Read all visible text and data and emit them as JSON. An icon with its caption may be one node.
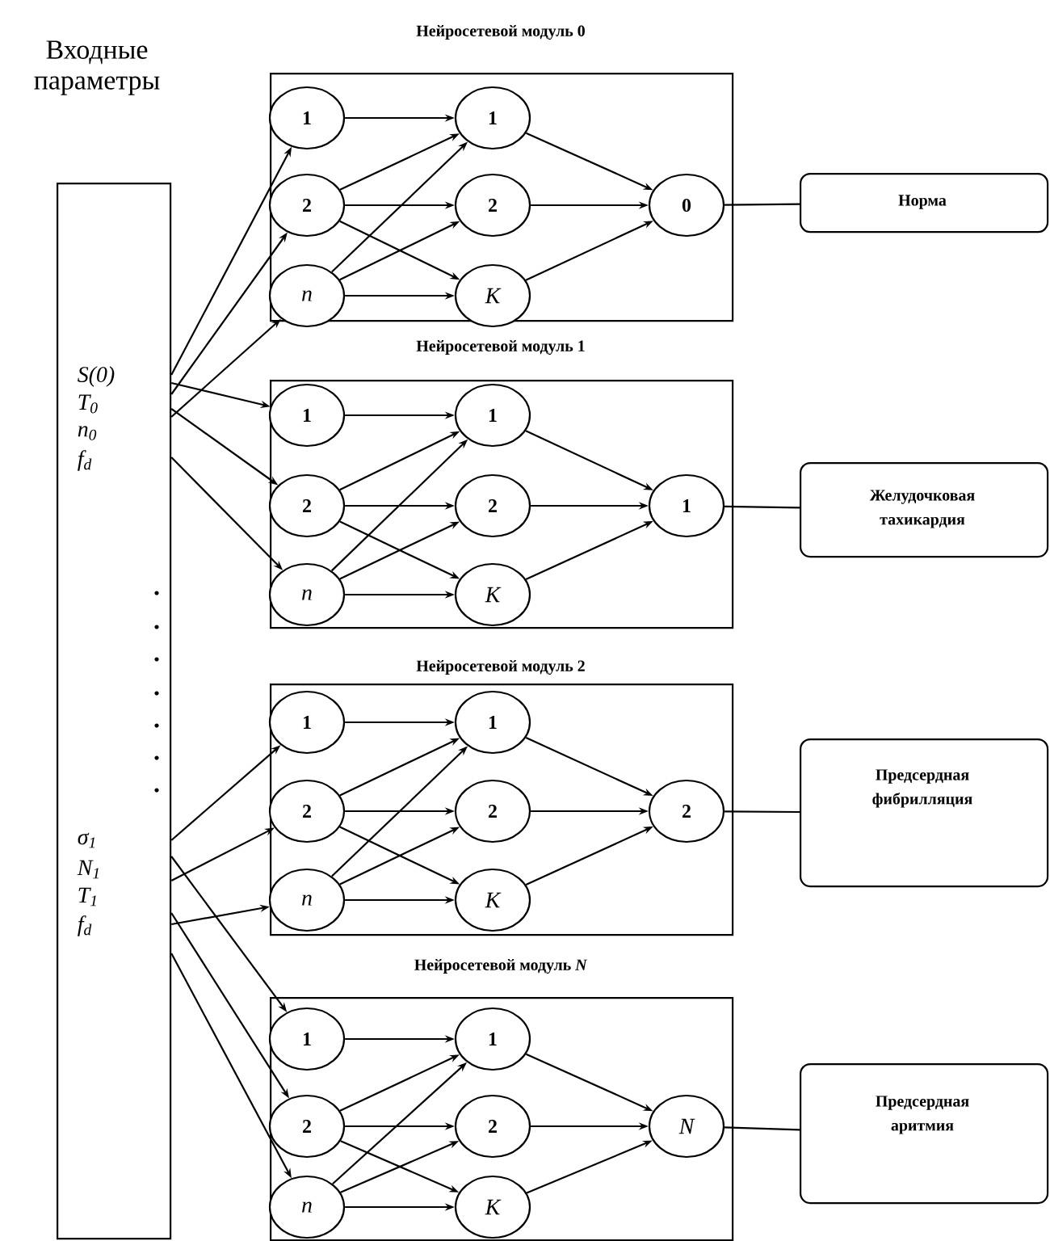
{
  "diagram": {
    "nodes": [
      {
        "text": [
          "Входные параметры",
          "S(0)",
          "T$_{0}$",
          "n$_{0}$",
          "f$_{d}$",
          "σ$_{1}$",
          "N$_{1}$",
          "T$_{1}$",
          "f$_{d}$"
        ]
      },
      {
        "text": [
          "Нейросетевой модуль 0"
        ]
      },
      {
        "text": [
          "1"
        ],
        "in": 1
      },
      {
        "text": [
          "2"
        ],
        "in": 1
      },
      {
        "text": [
          "n"
        ],
        "in": 1
      },
      {
        "text": [
          "1"
        ],
        "in": 1
      },
      {
        "text": [
          "2"
        ],
        "in": 1
      },
      {
        "text": [
          "K"
        ],
        "in": 1
      },
      {
        "text": [
          "0"
        ],
        "in": 1
      },
      {
        "text": [
          "Норма"
        ]
      },
      {
        "text": [
          "Нейросетевой модуль 1"
        ]
      },
      {
        "text": [
          "1"
        ],
        "in": 10
      },
      {
        "text": [
          "2"
        ],
        "in": 10
      },
      {
        "text": [
          "n"
        ],
        "in": 10
      },
      {
        "text": [
          "1"
        ],
        "in": 10
      },
      {
        "text": [
          "2"
        ],
        "in": 10
      },
      {
        "text": [
          "K"
        ],
        "in": 10
      },
      {
        "text": [
          "1"
        ],
        "in": 10
      },
      {
        "text": [
          "Желудочковая тахикардия"
        ]
      },
      {
        "text": [
          "Нейросетевой модуль 2"
        ]
      },
      {
        "text": [
          "1"
        ],
        "in": 19
      },
      {
        "text": [
          "2"
        ],
        "in": 19
      },
      {
        "text": [
          "n"
        ],
        "in": 19
      },
      {
        "text": [
          "1"
        ],
        "in": 19
      },
      {
        "text": [
          "2"
        ],
        "in": 19
      },
      {
        "text": [
          "K"
        ],
        "in": 19
      },
      {
        "text": [
          "2"
        ],
        "in": 19
      },
      {
        "text": [
          "Предсердная фибрилляция"
        ]
      },
      {
        "text": [
          "Нейросетевой модуль *N*"
        ]
      },
      {
        "text": [
          "1"
        ],
        "in": 28
      },
      {
        "text": [
          "2"
        ],
        "in": 28
      },
      {
        "text": [
          "n"
        ],
        "in": 28
      },
      {
        "text": [
          "1"
        ],
        "in": 28
      },
      {
        "text": [
          "2"
        ],
        "in": 28
      },
      {
        "text": [
          "K"
        ],
        "in": 28
      },
      {
        "text": [
          "N"
        ],
        "in": 28
      },
      {
        "text": [
          "Предсердная аритмия"
        ]
      }
    ],
    "edges": [
      {
        "from": 0,
        "to": 2,
        "arrow": "to"
      },
      {
        "from": 0,
        "to": 3,
        "arrow": "to"
      },
      {
        "from": 0,
        "to": 4,
        "arrow": "to"
      },
      {
        "from": 2,
        "to": 5,
        "arrow": "to"
      },
      {
        "from": 3,
        "to": 5,
        "arrow": "to"
      },
      {
        "from": 3,
        "to": 6,
        "arrow": "to"
      },
      {
        "from": 3,
        "to": 7,
        "arrow": "to"
      },
      {
        "from": 4,
        "to": 5,
        "arrow": "to"
      },
      {
        "from": 4,
        "to": 6,
        "arrow": "to"
      },
      {
        "from": 4,
        "to": 7,
        "arrow": "to"
      },
      {
        "from": 5,
        "to": 8,
        "arrow": "to"
      },
      {
        "from": 6,
        "to": 8,
        "arrow": "to"
      },
      {
        "from": 7,
        "to": 8,
        "arrow": "to"
      },
      {
        "from": 8,
        "to": 9,
        "arrow": "none"
      },
      {
        "from": 0,
        "to": 11,
        "arrow": "to"
      },
      {
        "from": 0,
        "to": 12,
        "arrow": "to"
      },
      {
        "from": 0,
        "to": 13,
        "arrow": "to"
      },
      {
        "from": 11,
        "to": 14,
        "arrow": "to"
      },
      {
        "from": 12,
        "to": 14,
        "arrow": "to"
      },
      {
        "from": 12,
        "to": 15,
        "arrow": "to"
      },
      {
        "from": 12,
        "to": 16,
        "arrow": "to"
      },
      {
        "from": 13,
        "to": 14,
        "arrow": "to"
      },
      {
        "from": 13,
        "to": 15,
        "arrow": "to"
      },
      {
        "from": 13,
        "to": 16,
        "arrow": "to"
      },
      {
        "from": 14,
        "to": 17,
        "arrow": "to"
      },
      {
        "from": 15,
        "to": 17,
        "arrow": "to"
      },
      {
        "from": 16,
        "to": 17,
        "arrow": "to"
      },
      {
        "from": 17,
        "to": 18,
        "arrow": "none"
      },
      {
        "from": 0,
        "to": 20,
        "arrow": "to"
      },
      {
        "from": 0,
        "to": 21,
        "arrow": "to"
      },
      {
        "from": 0,
        "to": 22,
        "arrow": "to"
      },
      {
        "from": 20,
        "to": 23,
        "arrow": "to"
      },
      {
        "from": 21,
        "to": 23,
        "arrow": "to"
      },
      {
        "from": 21,
        "to": 24,
        "arrow": "to"
      },
      {
        "from": 21,
        "to": 25,
        "arrow": "to"
      },
      {
        "from": 22,
        "to": 23,
        "arrow": "to"
      },
      {
        "from": 22,
        "to": 24,
        "arrow": "to"
      },
      {
        "from": 22,
        "to": 25,
        "arrow": "to"
      },
      {
        "from": 23,
        "to": 26,
        "arrow": "to"
      },
      {
        "from": 24,
        "to": 26,
        "arrow": "to"
      },
      {
        "from": 25,
        "to": 26,
        "arrow": "to"
      },
      {
        "from": 26,
        "to": 27,
        "arrow": "none"
      },
      {
        "from": 0,
        "to": 29,
        "arrow": "to"
      },
      {
        "from": 0,
        "to": 30,
        "arrow": "to"
      },
      {
        "from": 0,
        "to": 31,
        "arrow": "to"
      },
      {
        "from": 29,
        "to": 32,
        "arrow": "to"
      },
      {
        "from": 30,
        "to": 32,
        "arrow": "to"
      },
      {
        "from": 30,
        "to": 33,
        "arrow": "to"
      },
      {
        "from": 30,
        "to": 34,
        "arrow": "to"
      },
      {
        "from": 31,
        "to": 32,
        "arrow": "to"
      },
      {
        "from": 31,
        "to": 33,
        "arrow": "to"
      },
      {
        "from": 31,
        "to": 34,
        "arrow": "to"
      },
      {
        "from": 32,
        "to": 35,
        "arrow": "to"
      },
      {
        "from": 33,
        "to": 35,
        "arrow": "to"
      },
      {
        "from": 34,
        "to": 35,
        "arrow": "to"
      },
      {
        "from": 35,
        "to": 36,
        "arrow": "none"
      }
    ]
  }
}
